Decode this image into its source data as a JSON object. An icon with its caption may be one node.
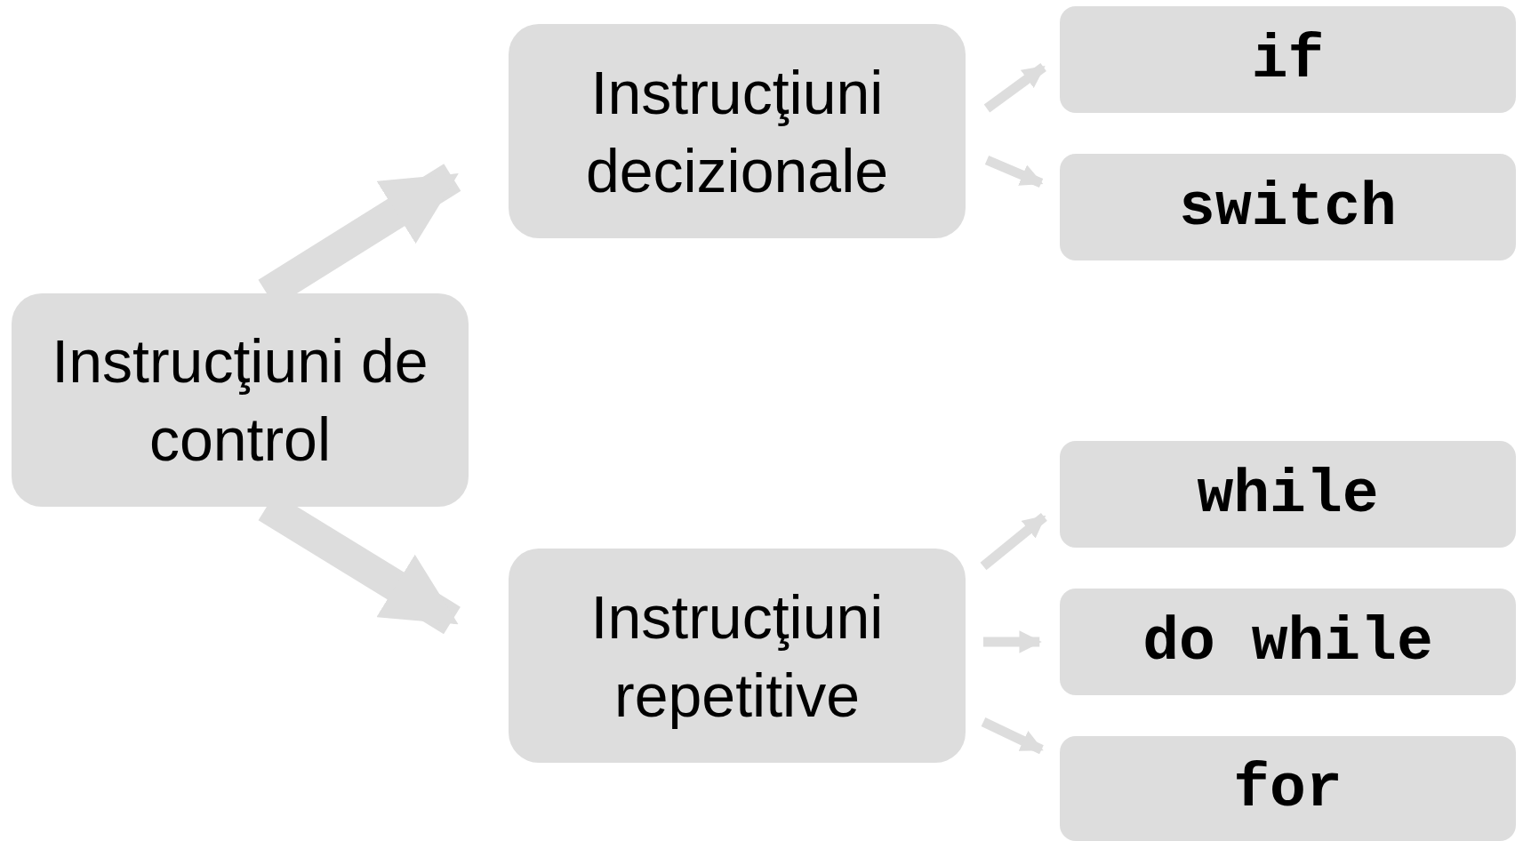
{
  "diagram": {
    "nodes": [
      {
        "text": [
          "Instrucţiuni de control"
        ]
      },
      {
        "text": [
          "Instrucţiuni decizionale"
        ]
      },
      {
        "text": [
          "Instrucţiuni repetitive"
        ]
      },
      {
        "text": [
          "if"
        ]
      },
      {
        "text": [
          "switch"
        ]
      },
      {
        "text": [
          "while"
        ]
      },
      {
        "text": [
          "do while"
        ]
      },
      {
        "text": [
          "for"
        ]
      }
    ],
    "edges": [
      {
        "from": 0,
        "to": 1,
        "arrow": "to",
        "style": "thick"
      },
      {
        "from": 0,
        "to": 2,
        "arrow": "to",
        "style": "thick"
      },
      {
        "from": 1,
        "to": 3,
        "arrow": "to"
      },
      {
        "from": 1,
        "to": 4,
        "arrow": "to"
      },
      {
        "from": 2,
        "to": 5,
        "arrow": "to"
      },
      {
        "from": 2,
        "to": 6,
        "arrow": "to"
      },
      {
        "from": 2,
        "to": 7,
        "arrow": "to"
      }
    ]
  }
}
